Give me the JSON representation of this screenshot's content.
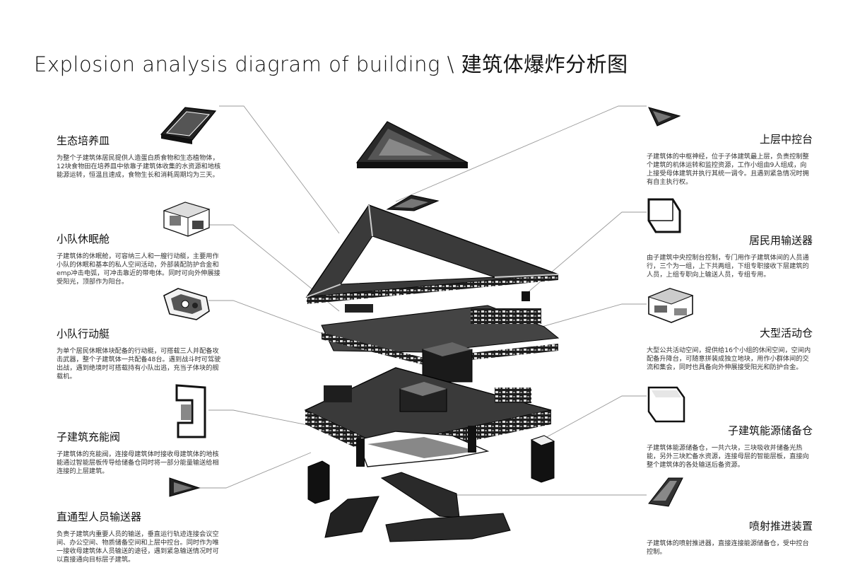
{
  "title": "Explosion analysis diagram of building  \\  建筑体爆炸分析图",
  "left": [
    {
      "name": "生态培养皿",
      "desc": "为整个子建筑体居民提供人造蛋白质食物和生态植物体，12块食物田在培养皿中依靠子建筑体收集的水资源和地核能源运转，恒温且速成，食物生长和消耗周期均为三天。"
    },
    {
      "name": "小队休眠舱",
      "desc": "子建筑体的休眠舱，可容纳三人和一艘行动艇，主要用作小队的休眠和基本的私人空间活动，外部装配防护合金和emp冲击电弧，可冲击靠近的带电体。同时可向外伸展接受阳光，顶部作为阳台。"
    },
    {
      "name": "小队行动艇",
      "desc": "为单个居民休眠体块配备的行动艇，可搭载三人并配备攻击武器，整个子建筑体一共配备48台。遇到战斗时可驾驶出战，遇到绝境时可搭载持有小队出逃，充当子体块的舰载机。"
    },
    {
      "name": "子建筑充能阀",
      "desc": "子建筑体的充能阀，连接母建筑体时接收母建筑体的地核能通过智能层板传导给储备仓同时将一部分能量输送给相连接的上层建筑。"
    },
    {
      "name": "直通型人员输送器",
      "desc": "负责子建筑内重要人员的输送，垂直运行轨迹连接会议空间、办公空间、物质储备空间和上层中控台。同时作为唯一接收母建筑体人员输送的途径，遇到紧急输送情况时可以直接通向目标层子建筑。"
    }
  ],
  "right": [
    {
      "name": "上层中控台",
      "desc": "子建筑体的中枢神经，位于子体建筑最上层，负责控制整个建筑的机体运转和监控资源，工作小组由9人组成，向上接受母体建筑并执行其统一调令。且遇到紧急情况时拥有自主执行权。"
    },
    {
      "name": "居民用输送器",
      "desc": "由子建筑中央控制台控制，专门用作子建筑体间的人员通行，三个为一组，上下共两组，下组专职接收下层建筑的人员，上组专职向上输送人员，专组专用。"
    },
    {
      "name": "大型活动仓",
      "desc": "大型公共活动空间，提供给16个小组的休闲空间，空间内配备升降台，可随意拼装成独立地块，用作小群体间的交流和集会，同时也具备向外伸展接受阳光和防护合金。"
    },
    {
      "name": "子建筑能源储备仓",
      "desc": "子建筑体能源储备仓，一共六块，三块吸收并储备光热能，另外三块贮备水资源，连接母层的智能层板，直接向整个建筑体的各处输送后备资源。"
    },
    {
      "name": "喷射推进装置",
      "desc": "子建筑体的喷射推进器，直接连接能源储备仓，受中控台控制。"
    }
  ],
  "colors": {
    "dark": "#1c1c1c",
    "mid": "#4a4a4a",
    "leader": "#9a9a9a"
  }
}
